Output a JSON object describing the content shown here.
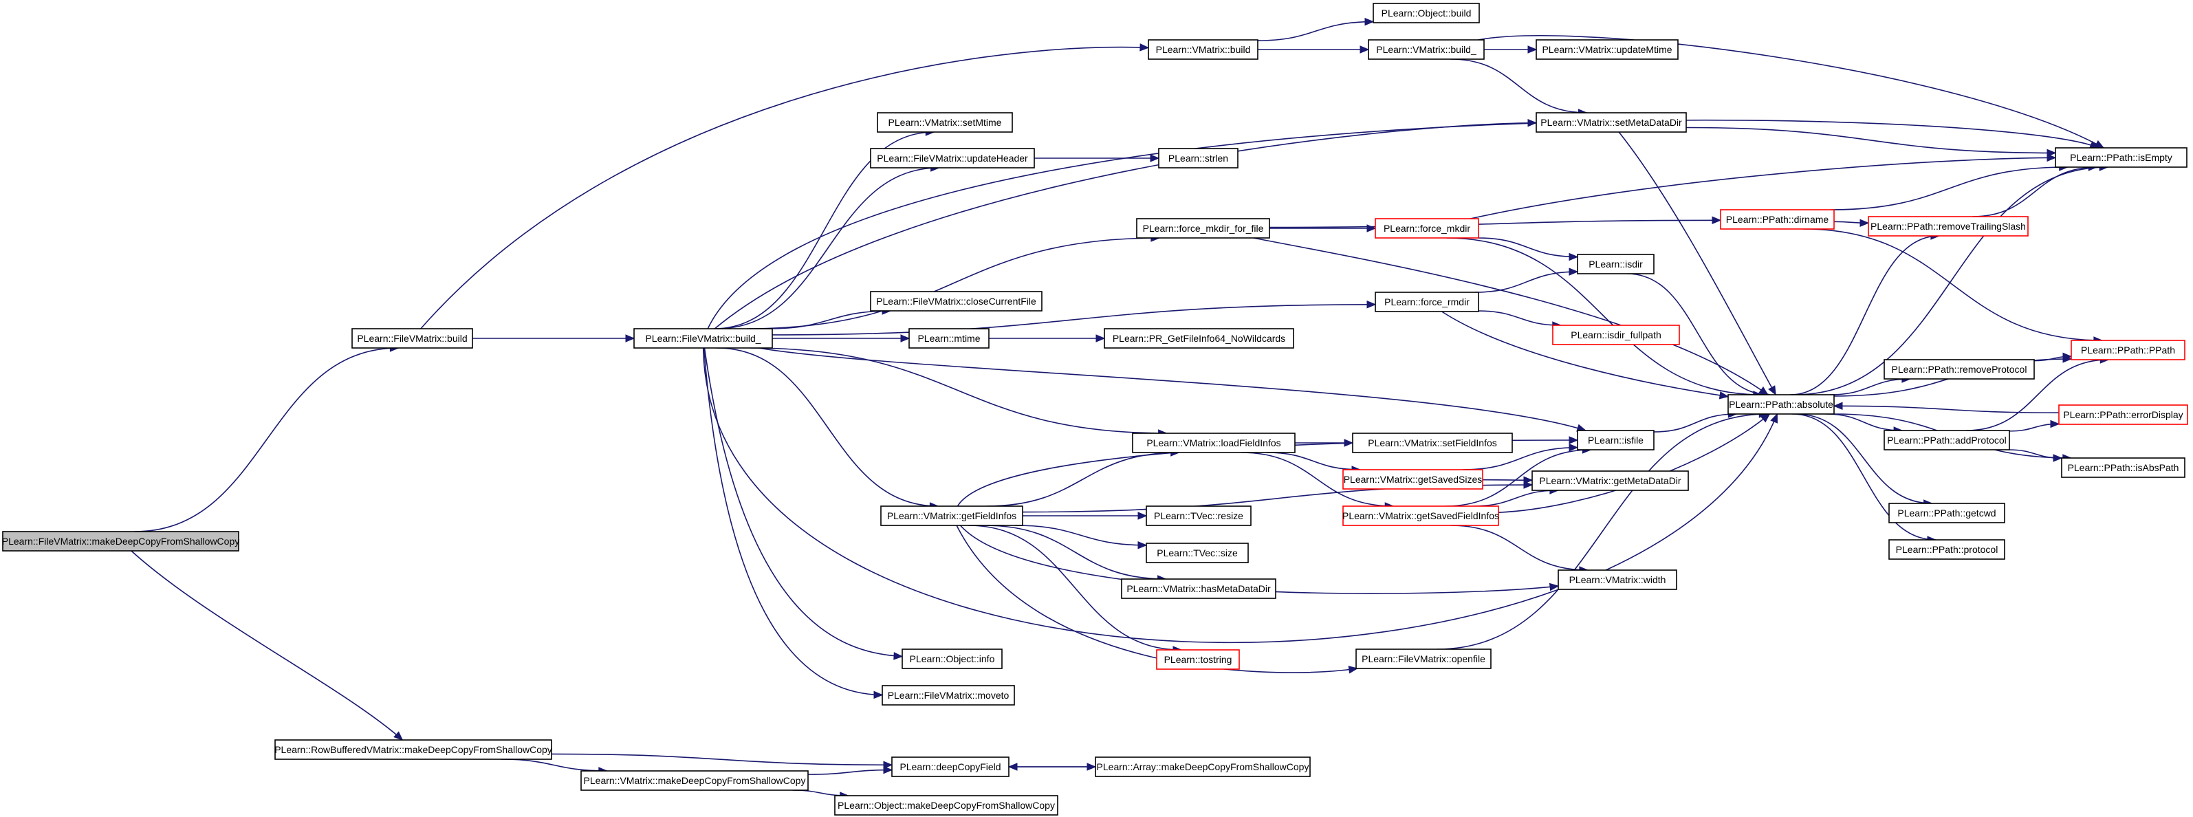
{
  "diagram": {
    "type": "call-graph",
    "colors": {
      "edge": "#191970",
      "node_border": "#000000",
      "truncated_border": "#ff0000",
      "root_fill": "#bfbfbf"
    },
    "nodes": [
      {
        "id": "n0",
        "label": "PLearn::FileVMatrix::makeDeepCopyFromShallowCopy",
        "root": true
      },
      {
        "id": "n1",
        "label": "PLearn::FileVMatrix::build"
      },
      {
        "id": "n2",
        "label": "PLearn::RowBufferedVMatrix::makeDeepCopyFromShallowCopy"
      },
      {
        "id": "n3",
        "label": "PLearn::VMatrix::build"
      },
      {
        "id": "n4",
        "label": "PLearn::FileVMatrix::build_"
      },
      {
        "id": "n5",
        "label": "PLearn::Object::build"
      },
      {
        "id": "n6",
        "label": "PLearn::VMatrix::build_"
      },
      {
        "id": "n7",
        "label": "PLearn::VMatrix::updateMtime"
      },
      {
        "id": "n8",
        "label": "PLearn::VMatrix::setMetaDataDir"
      },
      {
        "id": "n9",
        "label": "PLearn::PPath::isEmpty"
      },
      {
        "id": "n10",
        "label": "PLearn::VMatrix::setMtime"
      },
      {
        "id": "n11",
        "label": "PLearn::FileVMatrix::updateHeader"
      },
      {
        "id": "n12",
        "label": "PLearn::strlen"
      },
      {
        "id": "n13",
        "label": "PLearn::force_mkdir_for_file"
      },
      {
        "id": "n14",
        "label": "PLearn::force_mkdir",
        "red": true
      },
      {
        "id": "n15",
        "label": "PLearn::PPath::dirname",
        "red": true
      },
      {
        "id": "n16",
        "label": "PLearn::PPath::removeTrailingSlash",
        "red": true
      },
      {
        "id": "n17",
        "label": "PLearn::isdir"
      },
      {
        "id": "n18",
        "label": "PLearn::force_rmdir"
      },
      {
        "id": "n19",
        "label": "PLearn::isdir_fullpath",
        "red": true
      },
      {
        "id": "n20",
        "label": "PLearn::FileVMatrix::closeCurrentFile"
      },
      {
        "id": "n21",
        "label": "PLearn::mtime"
      },
      {
        "id": "n22",
        "label": "PLearn::PR_GetFileInfo64_NoWildcards"
      },
      {
        "id": "n23",
        "label": "PLearn::PPath::PPath",
        "red": true
      },
      {
        "id": "n24",
        "label": "PLearn::PPath::removeProtocol"
      },
      {
        "id": "n25",
        "label": "PLearn::PPath::absolute"
      },
      {
        "id": "n26",
        "label": "PLearn::PPath::errorDisplay",
        "red": true
      },
      {
        "id": "n27",
        "label": "PLearn::VMatrix::loadFieldInfos"
      },
      {
        "id": "n28",
        "label": "PLearn::VMatrix::setFieldInfos"
      },
      {
        "id": "n29",
        "label": "PLearn::isfile"
      },
      {
        "id": "n30",
        "label": "PLearn::PPath::addProtocol"
      },
      {
        "id": "n31",
        "label": "PLearn::PPath::isAbsPath"
      },
      {
        "id": "n32",
        "label": "PLearn::VMatrix::getSavedSizes",
        "red": true
      },
      {
        "id": "n33",
        "label": "PLearn::VMatrix::getMetaDataDir"
      },
      {
        "id": "n34",
        "label": "PLearn::VMatrix::getFieldInfos"
      },
      {
        "id": "n35",
        "label": "PLearn::VMatrix::getSavedFieldInfos",
        "red": true
      },
      {
        "id": "n36",
        "label": "PLearn::TVec::resize"
      },
      {
        "id": "n37",
        "label": "PLearn::PPath::getcwd"
      },
      {
        "id": "n38",
        "label": "PLearn::TVec::size"
      },
      {
        "id": "n39",
        "label": "PLearn::PPath::protocol"
      },
      {
        "id": "n40",
        "label": "PLearn::VMatrix::width"
      },
      {
        "id": "n41",
        "label": "PLearn::VMatrix::hasMetaDataDir"
      },
      {
        "id": "n42",
        "label": "PLearn::tostring",
        "red": true
      },
      {
        "id": "n43",
        "label": "PLearn::Object::info"
      },
      {
        "id": "n44",
        "label": "PLearn::FileVMatrix::openfile"
      },
      {
        "id": "n45",
        "label": "PLearn::FileVMatrix::moveto"
      },
      {
        "id": "n46",
        "label": "PLearn::deepCopyField"
      },
      {
        "id": "n47",
        "label": "PLearn::Array::makeDeepCopyFromShallowCopy"
      },
      {
        "id": "n48",
        "label": "PLearn::VMatrix::makeDeepCopyFromShallowCopy"
      },
      {
        "id": "n49",
        "label": "PLearn::Object::makeDeepCopyFromShallowCopy"
      }
    ],
    "edges": [
      [
        "n0",
        "n1"
      ],
      [
        "n0",
        "n2"
      ],
      [
        "n1",
        "n3"
      ],
      [
        "n1",
        "n4"
      ],
      [
        "n3",
        "n5"
      ],
      [
        "n3",
        "n6"
      ],
      [
        "n6",
        "n7"
      ],
      [
        "n6",
        "n8"
      ],
      [
        "n6",
        "n9"
      ],
      [
        "n8",
        "n9"
      ],
      [
        "n8",
        "n25"
      ],
      [
        "n4",
        "n10"
      ],
      [
        "n4",
        "n11"
      ],
      [
        "n4",
        "n8"
      ],
      [
        "n4",
        "n9"
      ],
      [
        "n4",
        "n13"
      ],
      [
        "n4",
        "n20"
      ],
      [
        "n4",
        "n21"
      ],
      [
        "n4",
        "n18"
      ],
      [
        "n4",
        "n29"
      ],
      [
        "n4",
        "n27"
      ],
      [
        "n4",
        "n34"
      ],
      [
        "n4",
        "n43"
      ],
      [
        "n4",
        "n45"
      ],
      [
        "n4",
        "n25"
      ],
      [
        "n11",
        "n12"
      ],
      [
        "n13",
        "n14"
      ],
      [
        "n13",
        "n15"
      ],
      [
        "n13",
        "n25"
      ],
      [
        "n14",
        "n9"
      ],
      [
        "n14",
        "n17"
      ],
      [
        "n14",
        "n25"
      ],
      [
        "n15",
        "n9"
      ],
      [
        "n15",
        "n16"
      ],
      [
        "n15",
        "n23"
      ],
      [
        "n16",
        "n9"
      ],
      [
        "n17",
        "n25"
      ],
      [
        "n18",
        "n17"
      ],
      [
        "n18",
        "n19"
      ],
      [
        "n18",
        "n25"
      ],
      [
        "n21",
        "n22"
      ],
      [
        "n25",
        "n9"
      ],
      [
        "n25",
        "n16"
      ],
      [
        "n25",
        "n23"
      ],
      [
        "n25",
        "n24"
      ],
      [
        "n25",
        "n30"
      ],
      [
        "n25",
        "n31"
      ],
      [
        "n25",
        "n37"
      ],
      [
        "n25",
        "n39"
      ],
      [
        "n24",
        "n23"
      ],
      [
        "n26",
        "n25"
      ],
      [
        "n30",
        "n23"
      ],
      [
        "n30",
        "n26"
      ],
      [
        "n30",
        "n31"
      ],
      [
        "n27",
        "n28"
      ],
      [
        "n27",
        "n32"
      ],
      [
        "n27",
        "n35"
      ],
      [
        "n29",
        "n25"
      ],
      [
        "n32",
        "n29"
      ],
      [
        "n32",
        "n33"
      ],
      [
        "n35",
        "n29"
      ],
      [
        "n35",
        "n33"
      ],
      [
        "n35",
        "n25"
      ],
      [
        "n35",
        "n40"
      ],
      [
        "n34",
        "n27"
      ],
      [
        "n34",
        "n29"
      ],
      [
        "n34",
        "n33"
      ],
      [
        "n34",
        "n36"
      ],
      [
        "n34",
        "n38"
      ],
      [
        "n34",
        "n41"
      ],
      [
        "n34",
        "n42"
      ],
      [
        "n34",
        "n40"
      ],
      [
        "n34",
        "n44"
      ],
      [
        "n44",
        "n25"
      ],
      [
        "n2",
        "n46"
      ],
      [
        "n2",
        "n48"
      ],
      [
        "n46",
        "n47"
      ],
      [
        "n47",
        "n46"
      ],
      [
        "n48",
        "n46"
      ],
      [
        "n48",
        "n49"
      ]
    ]
  }
}
